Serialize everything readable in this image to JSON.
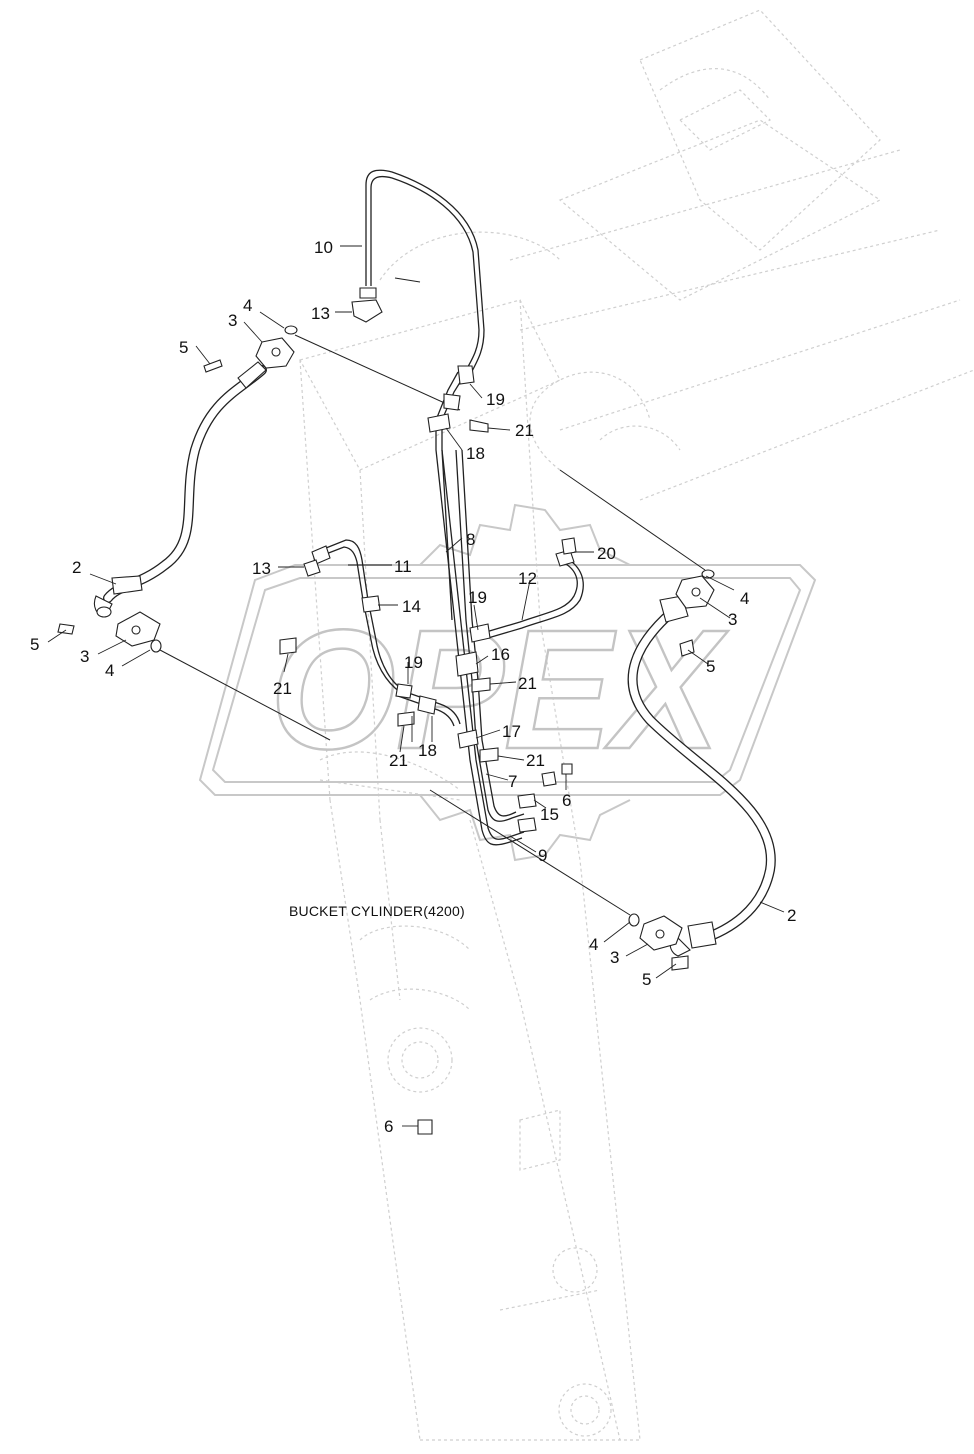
{
  "diagram": {
    "caption": "BUCKET CYLINDER(4200)",
    "watermark": "OPEX",
    "callouts": {
      "c10": "10",
      "c13a": "13",
      "c4a": "4",
      "c3a": "3",
      "c5a": "5",
      "c19a": "19",
      "c21a": "21",
      "c18a": "18",
      "c8": "8",
      "c20": "20",
      "c2a": "2",
      "c13b": "13",
      "c11": "11",
      "c14": "14",
      "c12": "12",
      "c19b": "19",
      "c4b": "4",
      "c3b": "3",
      "c5b": "5",
      "c5c": "5",
      "c3c": "3",
      "c4c": "4",
      "c21b": "21",
      "c19c": "19",
      "c16": "16",
      "c21c": "21",
      "c17": "17",
      "c18b": "18",
      "c21d": "21",
      "c21e": "21",
      "c7": "7",
      "c6a": "6",
      "c15": "15",
      "c9": "9",
      "c2b": "2",
      "c4d": "4",
      "c3d": "3",
      "c5d": "5",
      "c6b": "6"
    }
  }
}
